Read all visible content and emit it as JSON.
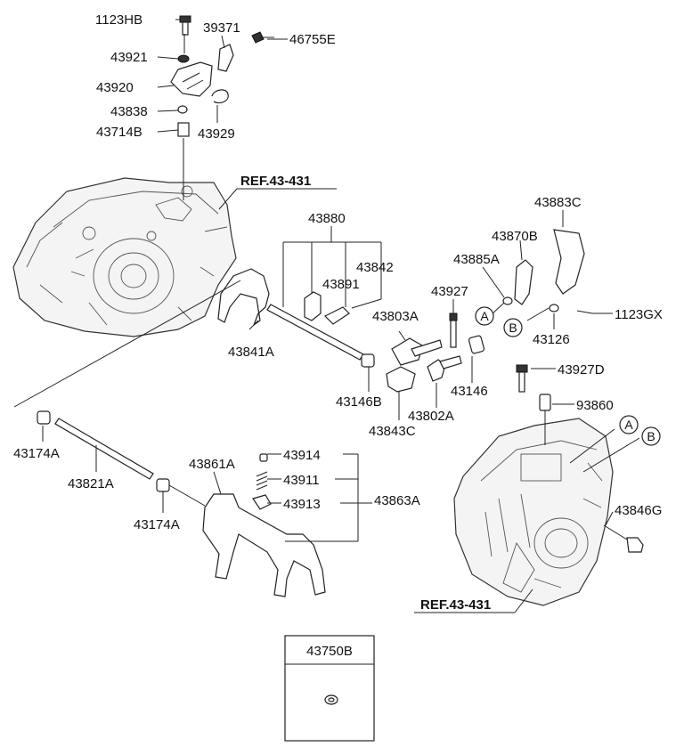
{
  "references": {
    "ref_top": "REF.43-431",
    "ref_bottom": "REF.43-431"
  },
  "markers": {
    "a": "A",
    "b": "B"
  },
  "kit_box": {
    "title": "43750B"
  },
  "labels": {
    "p1123HB": "1123HB",
    "p39371": "39371",
    "p46755E": "46755E",
    "p43921": "43921",
    "p43920": "43920",
    "p43838": "43838",
    "p43929": "43929",
    "p43714B": "43714B",
    "p43883C": "43883C",
    "p43880": "43880",
    "p43870B": "43870B",
    "p43885A": "43885A",
    "p43842": "43842",
    "p43891": "43891",
    "p43927": "43927",
    "p43803A": "43803A",
    "p1123GX": "1123GX",
    "p43126": "43126",
    "p43841A": "43841A",
    "p43927D": "43927D",
    "p43146B": "43146B",
    "p43146": "43146",
    "p43802A": "43802A",
    "p43843C": "43843C",
    "p93860": "93860",
    "p43174A_1": "43174A",
    "p43821A": "43821A",
    "p43861A": "43861A",
    "p43914": "43914",
    "p43911": "43911",
    "p43913": "43913",
    "p43863A": "43863A",
    "p43174A_2": "43174A",
    "p43846G": "43846G"
  }
}
